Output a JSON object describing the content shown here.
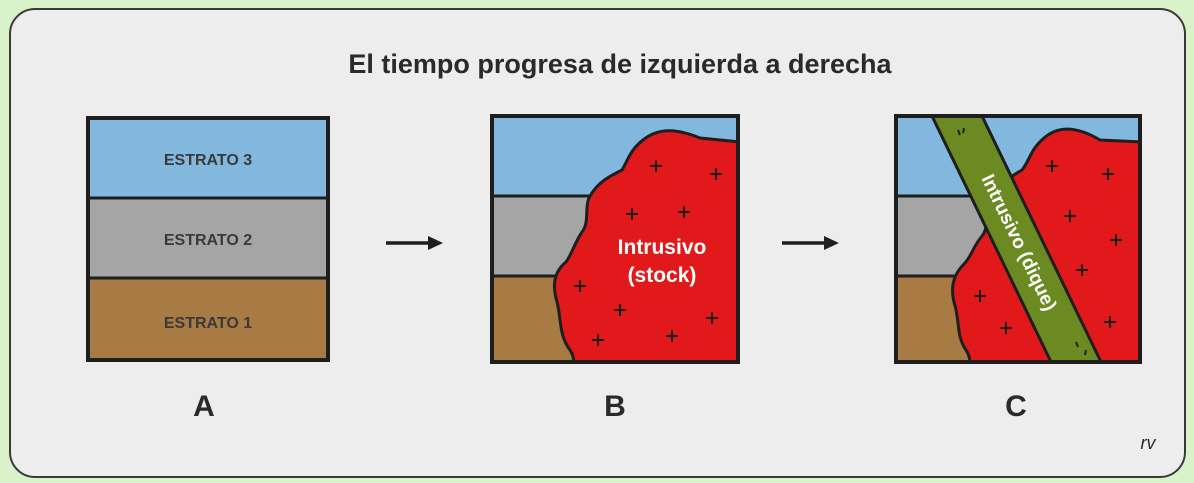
{
  "title": "El tiempo progresa de izquierda a derecha",
  "panels": [
    {
      "letter": "A",
      "layers": [
        "ESTRATO 3",
        "ESTRATO 2",
        "ESTRATO 1"
      ]
    },
    {
      "letter": "B",
      "intrusion_line1": "Intrusivo",
      "intrusion_line2": "(stock)"
    },
    {
      "letter": "C",
      "dike_label": "Intrusivo (dique)"
    }
  ],
  "signature": "rv",
  "colors": {
    "estrato_3": "#83b8de",
    "estrato_2": "#a5a5a5",
    "estrato_1": "#a87a44",
    "stock": "#e2191b",
    "dique": "#6b8b22",
    "background": "#ededed",
    "outer": "#d9f2c9"
  },
  "icons": [
    "arrow-right-icon",
    "arrow-right-icon"
  ]
}
